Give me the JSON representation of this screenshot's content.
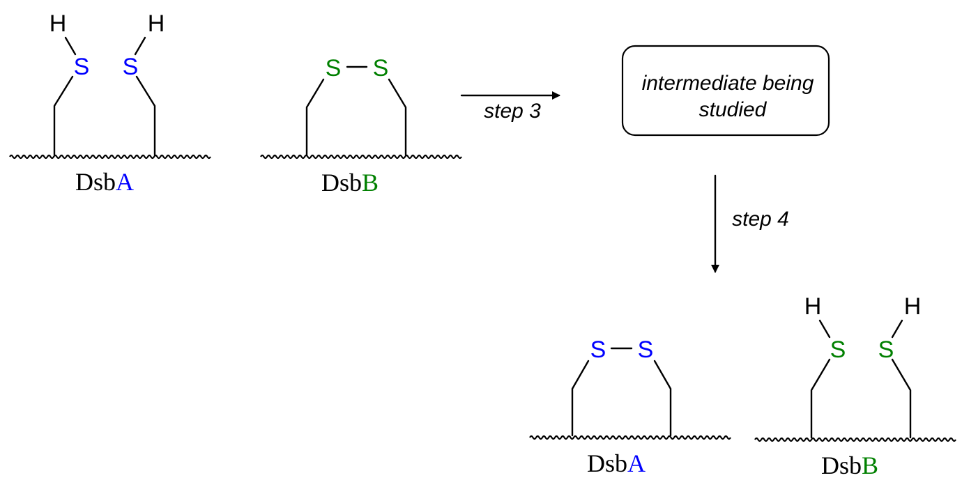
{
  "colors": {
    "dsba": "#0000ff",
    "dsbb": "#008000",
    "text": "#000000"
  },
  "atoms": {
    "sulfur": "S",
    "hydrogen": "H"
  },
  "proteins": {
    "dsba": {
      "prefix": "Dsb",
      "suffix": "A"
    },
    "dsbb": {
      "prefix": "Dsb",
      "suffix": "B"
    }
  },
  "steps": {
    "step3": "step 3",
    "step4": "step 4"
  },
  "intermediate_box": {
    "line1": "intermediate being",
    "line2": "studied"
  }
}
